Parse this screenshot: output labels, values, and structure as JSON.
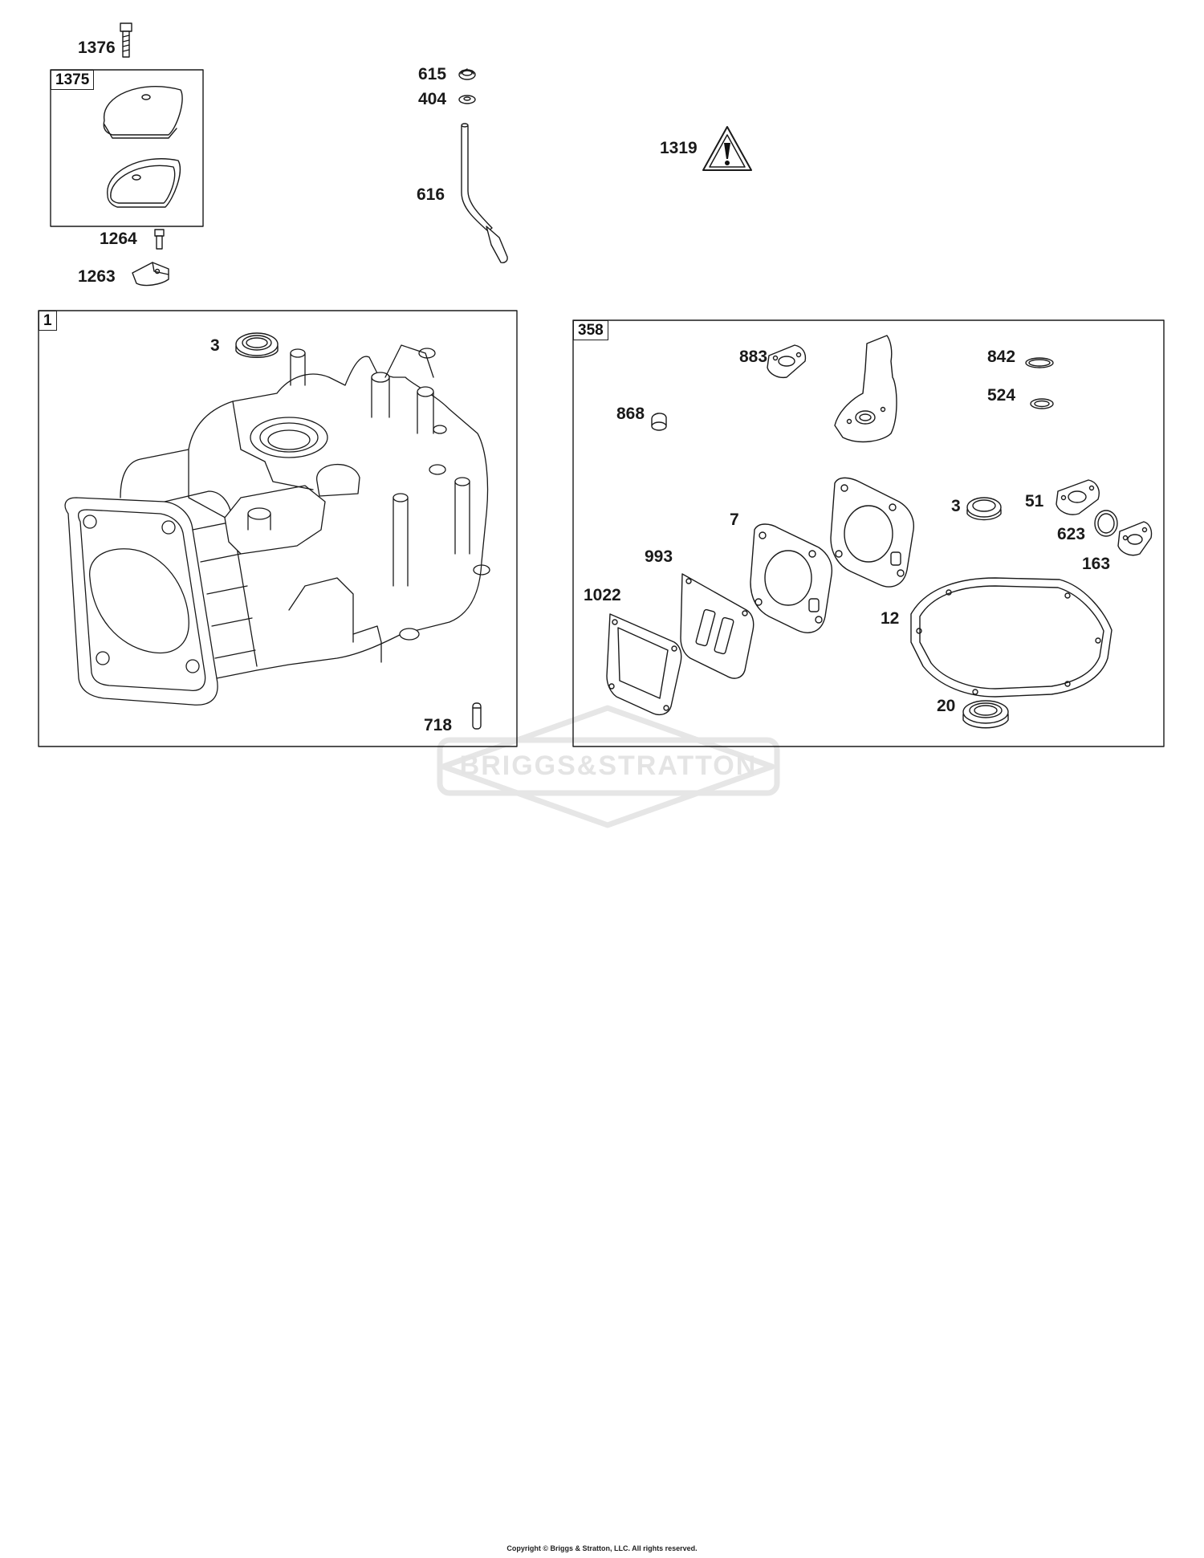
{
  "diagram": {
    "callouts": {
      "c1376": "1376",
      "c1264": "1264",
      "c1263": "1263",
      "c615": "615",
      "c404": "404",
      "c616": "616",
      "c1319": "1319",
      "c3a": "3",
      "c718": "718",
      "c883": "883",
      "c868": "868",
      "c842": "842",
      "c524": "524",
      "c7": "7",
      "c993": "993",
      "c1022": "1022",
      "c3b": "3",
      "c51": "51",
      "c623": "623",
      "c163": "163",
      "c12": "12",
      "c20": "20"
    },
    "box_labels": {
      "b1375": "1375",
      "b1": "1",
      "b358": "358"
    },
    "watermark_brand": "BRIGGS&STRATTON",
    "footer": "Copyright © Briggs & Stratton, LLC. All rights reserved."
  }
}
